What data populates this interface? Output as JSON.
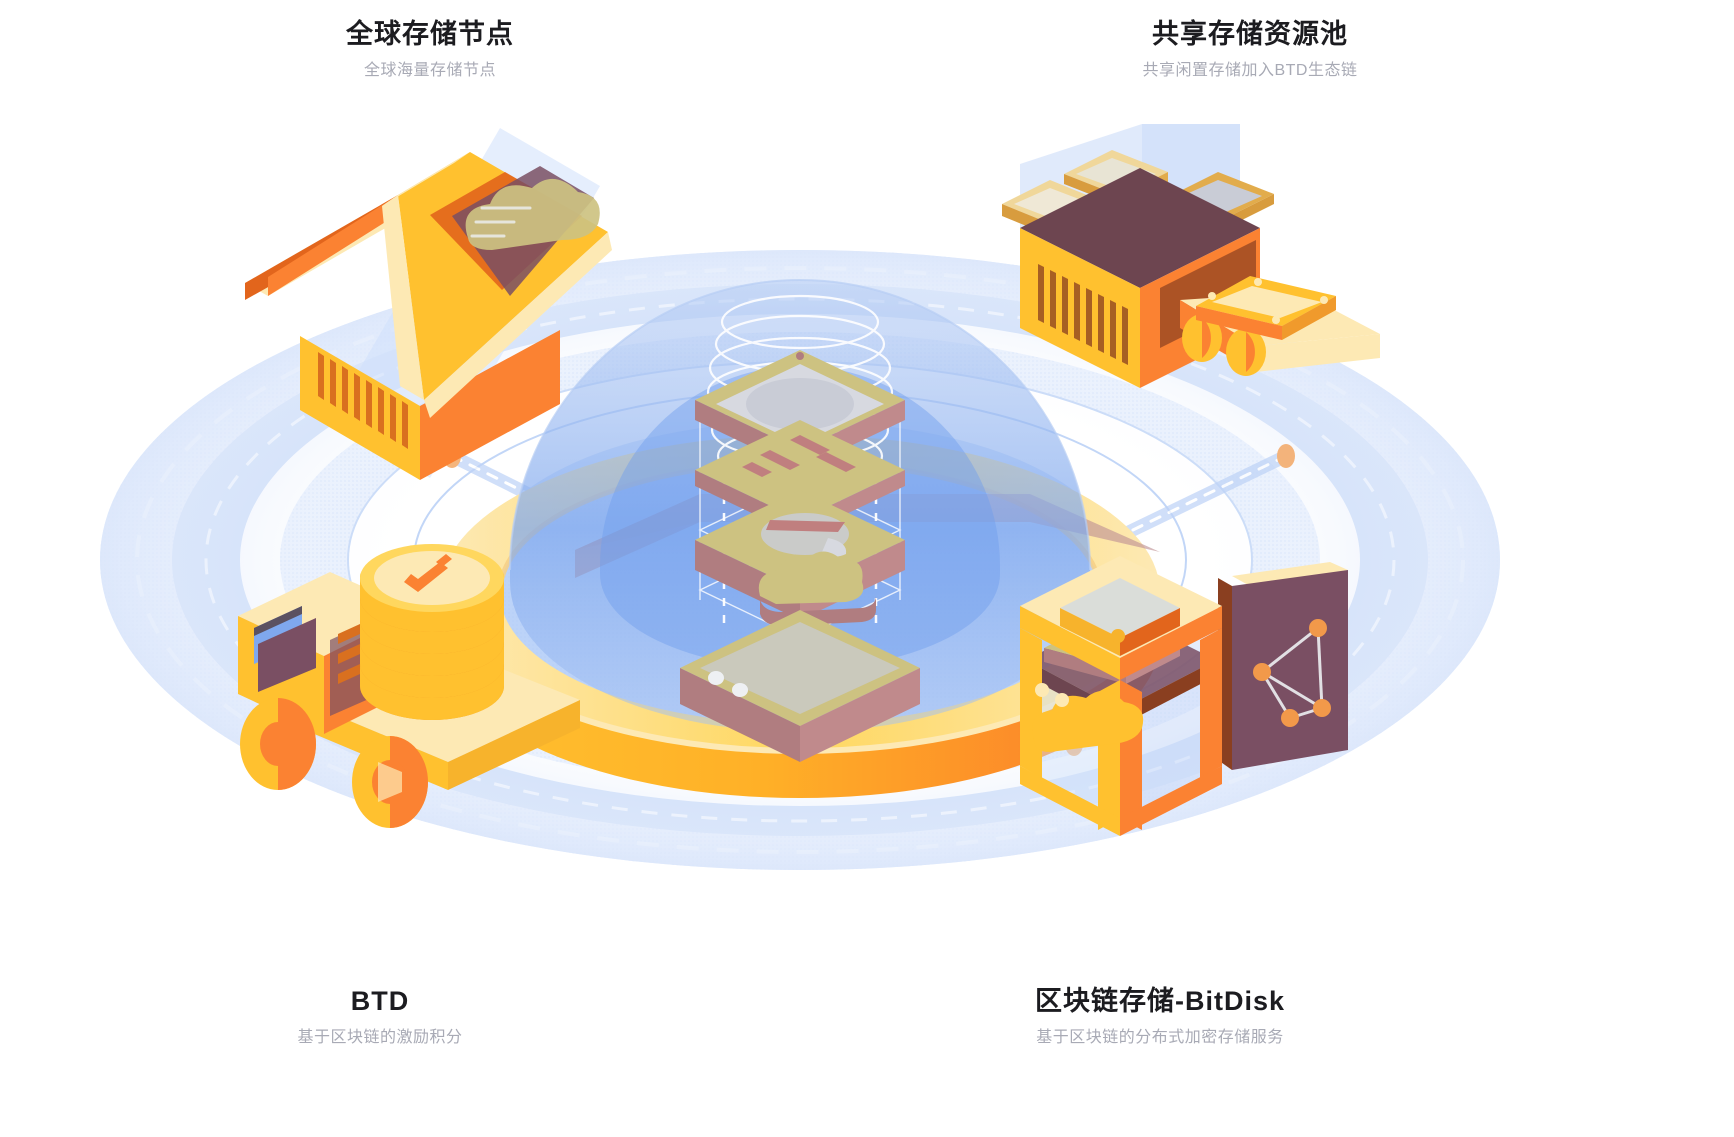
{
  "illustration": {
    "kind": "isometric-blockchain-storage-ecosystem",
    "background_color": "#ffffff",
    "palette": {
      "ring_blue_outer": "#dce7fb",
      "ring_blue_mid": "#c2d6f7",
      "ring_blue_inner": "#aac6f5",
      "dome_blue": "#7fa8ee",
      "dome_blue_light": "#b7cdf4",
      "gold": "#ffc12f",
      "gold_light": "#ffd75e",
      "gold_pale": "#fde9b4",
      "orange": "#fb8232",
      "orange_deep": "#e2651c",
      "khaki": "#cdc281",
      "rose": "#c07f7f",
      "plum": "#7a4f63",
      "grey": "#c9ccd6",
      "white_band": "#ffffff",
      "text_title": "#1c1c20",
      "text_sub": "#a8aab5",
      "node_dot": "#f2994a"
    }
  },
  "labels": {
    "global_node": {
      "title": "全球存储节点",
      "subtitle": "全球海量存储节点",
      "icon": "house-cloud-icon"
    },
    "shared_pool": {
      "title": "共享存储资源池",
      "subtitle": "共享闲置存储加入BTD生态链",
      "icon": "server-conveyor-icon"
    },
    "btd": {
      "title": "BTD",
      "subtitle": "基于区块链的激励积分",
      "icon": "truck-coins-icon"
    },
    "bitdisk": {
      "title": "区块链存储-BitDisk",
      "subtitle": "基于区块链的分布式加密存储服务",
      "icon": "wireframe-cube-network-icon"
    }
  },
  "scene_objects": [
    {
      "name": "house-with-cloud",
      "position": "top-left",
      "description": "isometric yellow house, open roof, cloud glyph inside"
    },
    {
      "name": "server-rack-with-drives",
      "position": "top-right",
      "description": "orange server box, floating hard drives, conveyor belt"
    },
    {
      "name": "truck-with-coin-stack",
      "position": "bottom-left",
      "description": "yellow flatbed truck carrying stack of BTD coins"
    },
    {
      "name": "wireframe-cube-with-network",
      "position": "bottom-right",
      "description": "golden wireframe cube, cloud glyph, node graph panel"
    },
    {
      "name": "central-golden-ring",
      "position": "center",
      "description": "golden torus platform"
    },
    {
      "name": "central-disk-stack",
      "position": "center",
      "description": "exploded stack of storage platters inside dome"
    },
    {
      "name": "blue-dome",
      "position": "center",
      "description": "translucent blue hemisphere"
    },
    {
      "name": "concentric-ground-rings",
      "position": "background",
      "description": "concentric light-blue elliptical rings with dashed orbit paths"
    },
    {
      "name": "connector-pipes",
      "position": "radial",
      "description": "four translucent pipes linking corner nodes to the center ring"
    }
  ]
}
